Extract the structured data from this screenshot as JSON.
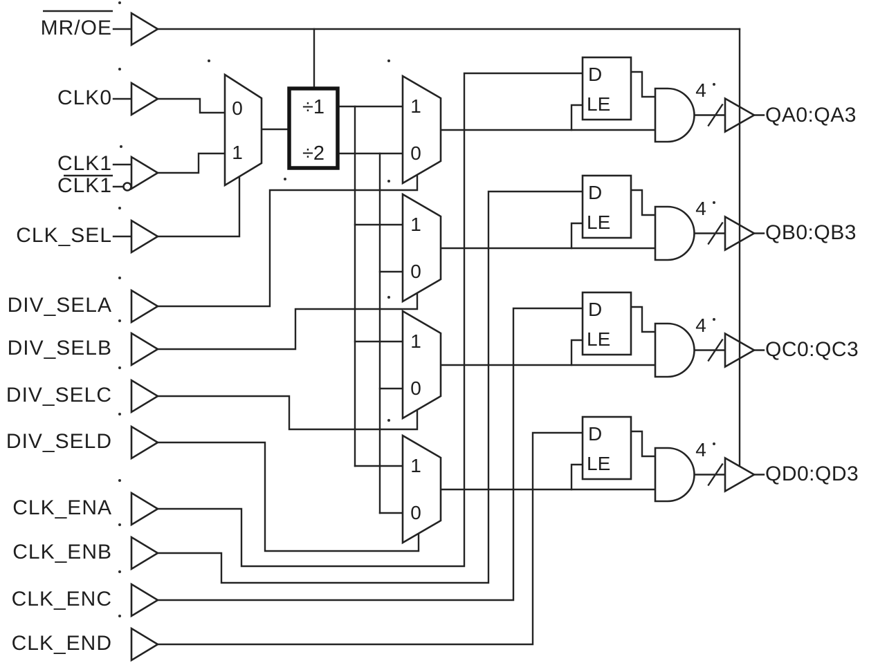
{
  "diagram": {
    "type": "logic-block-diagram",
    "colors": {
      "background": "#ffffff",
      "line": "#232323",
      "text": "#1e1e1e"
    },
    "inputs": [
      {
        "label": "MR/OE",
        "overline": true
      },
      {
        "label": "CLK0",
        "overline": false
      },
      {
        "label": "CLK1",
        "overline": false
      },
      {
        "label": "CLK1",
        "overline": true
      },
      {
        "label": "CLK_SEL",
        "overline": false
      },
      {
        "label": "DIV_SELA",
        "overline": false
      },
      {
        "label": "DIV_SELB",
        "overline": false
      },
      {
        "label": "DIV_SELC",
        "overline": false
      },
      {
        "label": "DIV_SELD",
        "overline": false
      },
      {
        "label": "CLK_ENA",
        "overline": false
      },
      {
        "label": "CLK_ENB",
        "overline": false
      },
      {
        "label": "CLK_ENC",
        "overline": false
      },
      {
        "label": "CLK_END",
        "overline": false
      }
    ],
    "clock_mux": {
      "in0": "0",
      "in1": "1"
    },
    "divider": {
      "by1": "÷1",
      "by2": "÷2"
    },
    "banks": [
      {
        "name": "A",
        "mux_in1": "1",
        "mux_in0": "0",
        "latch_d": "D",
        "latch_le": "LE",
        "bus_width": "4",
        "output": "QA0:QA3"
      },
      {
        "name": "B",
        "mux_in1": "1",
        "mux_in0": "0",
        "latch_d": "D",
        "latch_le": "LE",
        "bus_width": "4",
        "output": "QB0:QB3"
      },
      {
        "name": "C",
        "mux_in1": "1",
        "mux_in0": "0",
        "latch_d": "D",
        "latch_le": "LE",
        "bus_width": "4",
        "output": "QC0:QC3"
      },
      {
        "name": "D",
        "mux_in1": "1",
        "mux_in0": "0",
        "latch_d": "D",
        "latch_le": "LE",
        "bus_width": "4",
        "output": "QD0:QD3"
      }
    ]
  }
}
